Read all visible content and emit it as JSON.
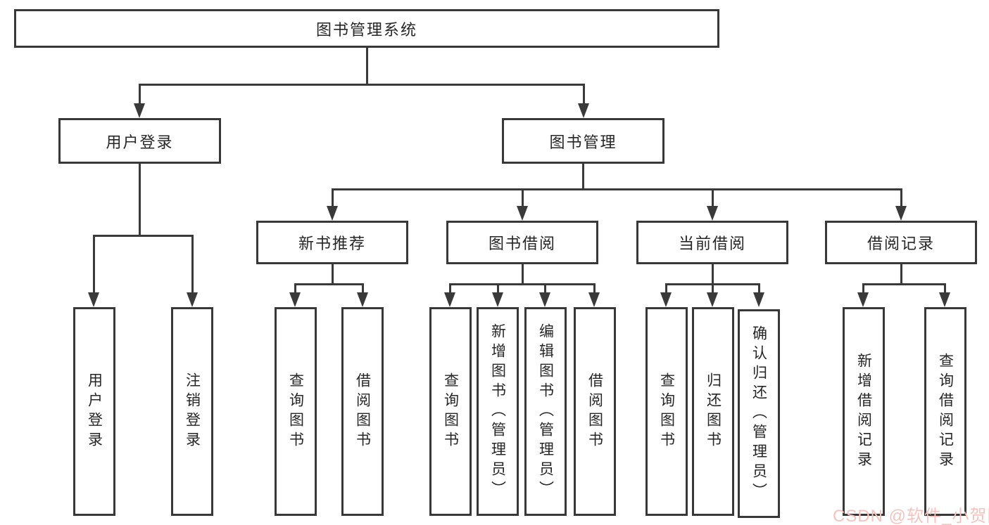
{
  "page": {
    "background": "#ffffff",
    "line_color": "#3a3a3a",
    "box_border_color": "#383838",
    "text_color": "#262626"
  },
  "watermark": {
    "text": "CSDN @软件_小贺同学",
    "color": "#f5c3bd"
  },
  "chart": {
    "type": "tree-diagram",
    "root": "图书管理系统",
    "level1": {
      "user_login": "用户登录",
      "book_mgmt": "图书管理"
    },
    "level2": {
      "new_books": "新书推荐",
      "book_borrow": "图书借阅",
      "current_borrow": "当前借阅",
      "borrow_records": "借阅记录"
    },
    "leaves": {
      "user_login": [
        "用户登录",
        "注销登录"
      ],
      "new_books": [
        "查询图书",
        "借阅图书"
      ],
      "book_borrow": [
        "查询图书",
        "新增图书（管理员）",
        "编辑图书（管理员）",
        "借阅图书"
      ],
      "current_borrow": [
        "查询图书",
        "归还图书",
        "确认归还（管理员）"
      ],
      "borrow_records": [
        "新增借阅记录",
        "查询借阅记录"
      ]
    }
  }
}
